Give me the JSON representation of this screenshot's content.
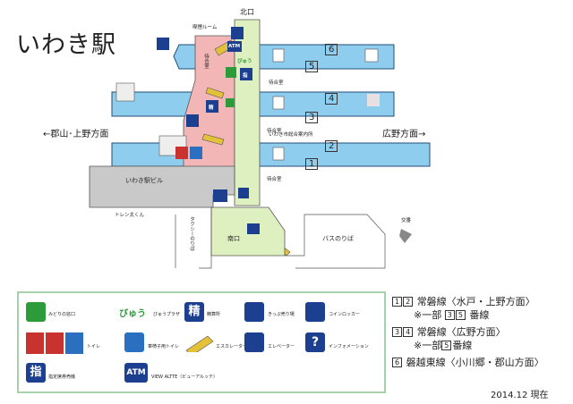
{
  "title": "いわき駅",
  "labels": {
    "north_exit": "北口",
    "south_exit": "南口",
    "to_koriyama": "←郡山･上野方面",
    "to_hirono": "広野方面→",
    "lounge": "喫煙ルーム",
    "waiting_room_1": "待合室",
    "waiting_room_2": "待合室",
    "waiting_room_3": "待合室",
    "waiting_room_4": "待合室",
    "info_center": "いわき市総合案内所",
    "station_building": "いわき駅ビル",
    "tren": "トレン太くん",
    "taxi": "タクシーのりば",
    "bus": "バスのりば",
    "police": "交番",
    "atm": "ATM",
    "byuu": "びゅう",
    "shitei": "指",
    "sei": "精"
  },
  "platforms": [
    "1",
    "2",
    "3",
    "4",
    "5",
    "6"
  ],
  "legend": {
    "items": [
      {
        "icon": "midori-window-icon",
        "label": "みどりの窓口"
      },
      {
        "icon": "view-plaza-icon",
        "text": "びゅう",
        "label": "びゅうプラザ"
      },
      {
        "icon": "fare-adjust-icon",
        "text": "精",
        "label": "精算所"
      },
      {
        "icon": "ticket-machine-icon",
        "label": "きっぷ売り場"
      },
      {
        "icon": "coin-locker-icon",
        "label": "コインロッカー"
      },
      {
        "icon": "restroom-icon",
        "label": "トイレ"
      },
      {
        "icon": "accessible-restroom-icon",
        "label": "車椅子用トイレ"
      },
      {
        "icon": "escalator-icon",
        "label": "エスカレーター"
      },
      {
        "icon": "elevator-icon",
        "label": "エレベーター"
      },
      {
        "icon": "information-icon",
        "label": "インフォメーション"
      },
      {
        "icon": "reserved-ticket-icon",
        "text": "指",
        "label": "指定席券売機"
      },
      {
        "icon": "atm-icon",
        "text": "ATM",
        "label": "VIEW ALTTE（ビューアルッテ）"
      }
    ]
  },
  "lines_info": [
    {
      "nums": [
        "1",
        "2"
      ],
      "text": "常磐線〈水戸・上野方面〉"
    },
    {
      "nums": [],
      "text": "※一部 ",
      "nums2": [
        "3",
        "5"
      ],
      "text2": " 番線"
    },
    {
      "nums": [
        "3",
        "4"
      ],
      "text": "常磐線〈広野方面〉"
    },
    {
      "nums": [],
      "text": "※一部",
      "nums2": [
        "5"
      ],
      "text2": "番線"
    },
    {
      "nums": [
        "6"
      ],
      "text": "磐越東線〈小川郷・郡山方面〉"
    }
  ],
  "date": "2014.12 現在",
  "colors": {
    "platform": "#8fcdee",
    "platform_edge": "#234e7a",
    "concourse": "#f2b6b6",
    "passage": "#dff0c0",
    "building": "#c9c9c9",
    "legend_border": "#a6d1aa",
    "icon_blue": "#1d3f8f",
    "icon_green": "#2e9b3a",
    "escalator": "#e5c13a"
  }
}
